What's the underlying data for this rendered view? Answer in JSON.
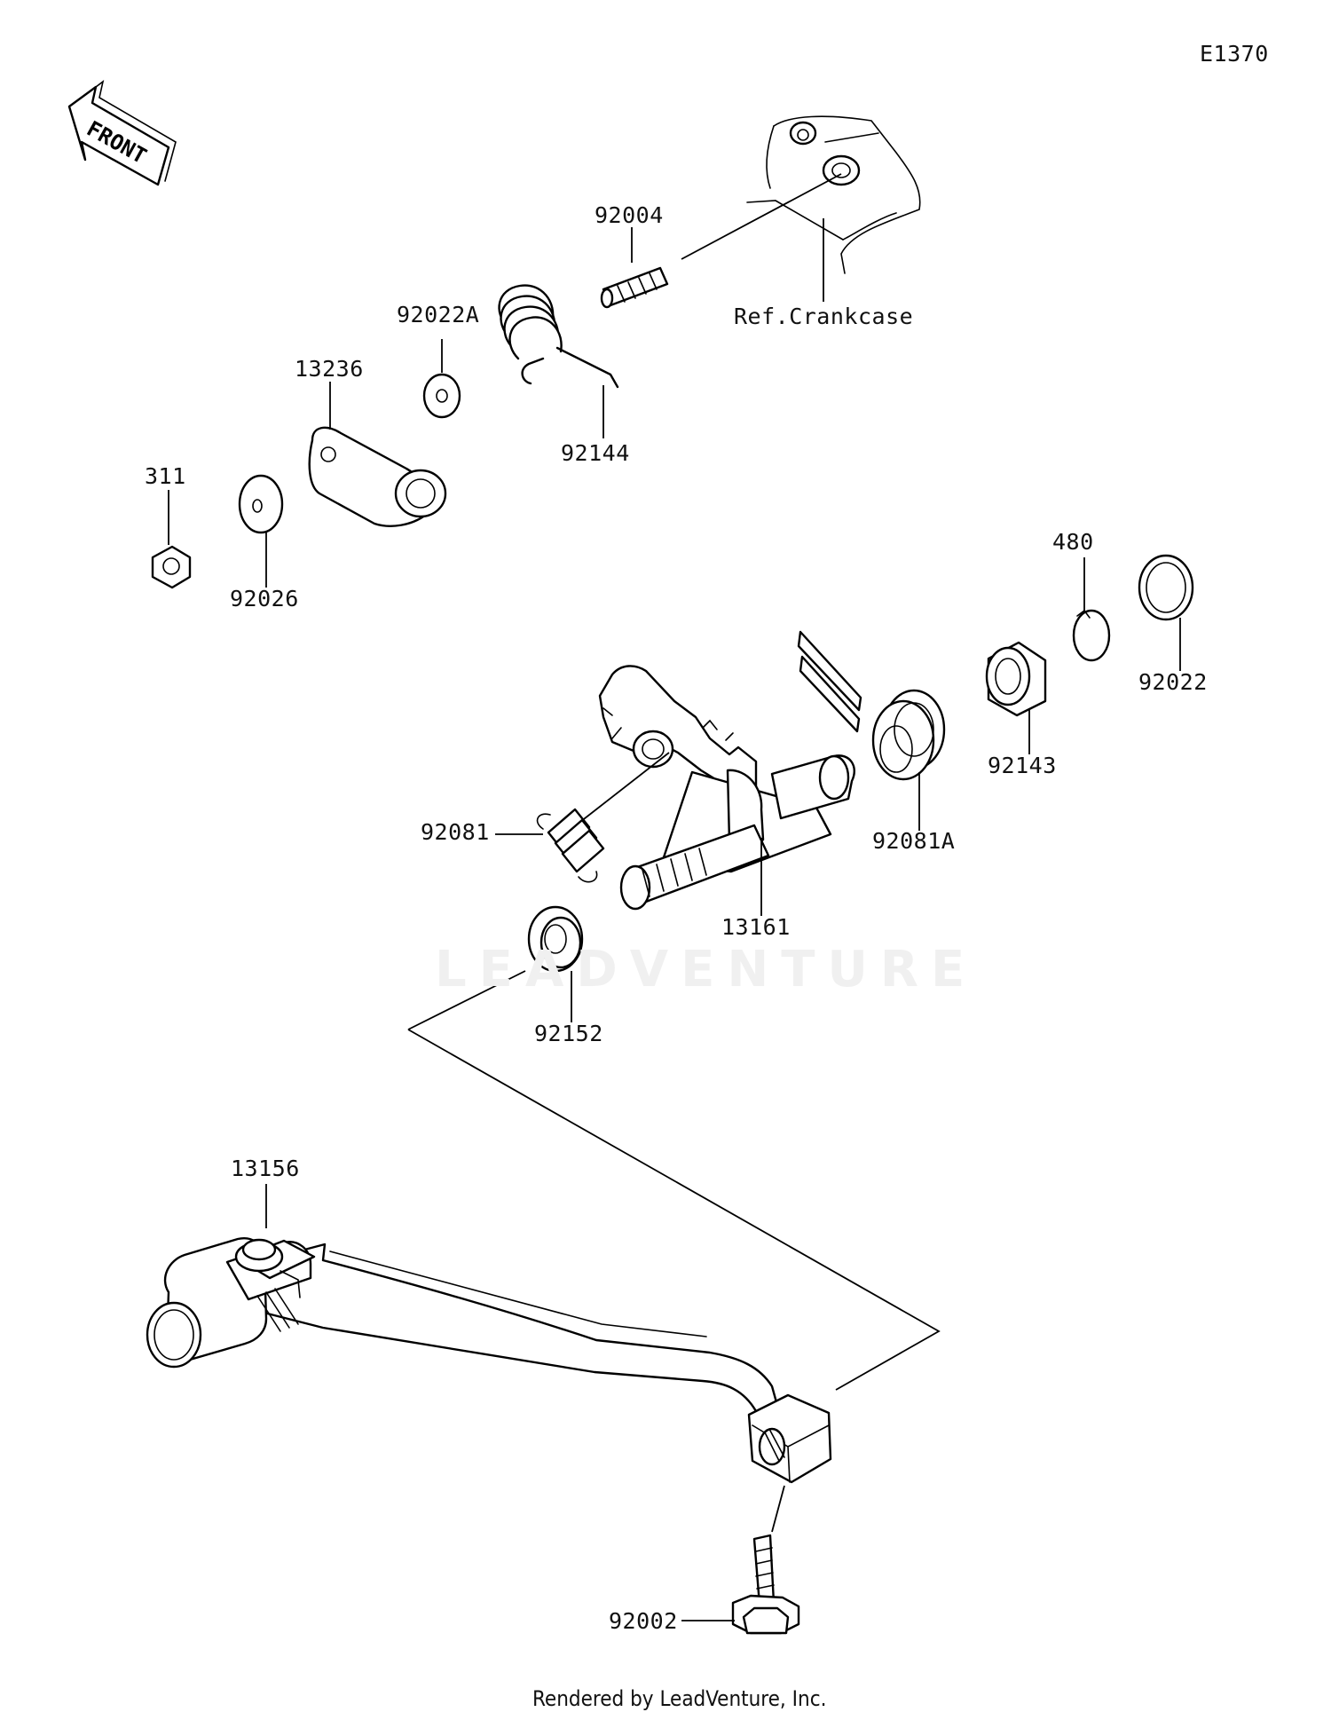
{
  "diagram_id": "E1370",
  "front_arrow_text": "FRONT",
  "reference_note": "Ref.Crankcase",
  "watermark": "LEADVENTURE",
  "footer": "Rendered by LeadVenture, Inc.",
  "parts": [
    {
      "id": "92004",
      "name": "92004"
    },
    {
      "id": "92022A",
      "name": "92022A"
    },
    {
      "id": "13236",
      "name": "13236"
    },
    {
      "id": "92144",
      "name": "92144"
    },
    {
      "id": "311",
      "name": "311"
    },
    {
      "id": "92026",
      "name": "92026"
    },
    {
      "id": "480",
      "name": "480"
    },
    {
      "id": "92022",
      "name": "92022"
    },
    {
      "id": "92143",
      "name": "92143"
    },
    {
      "id": "92081",
      "name": "92081"
    },
    {
      "id": "92081A",
      "name": "92081A"
    },
    {
      "id": "13161",
      "name": "13161"
    },
    {
      "id": "92152",
      "name": "92152"
    },
    {
      "id": "13156",
      "name": "13156"
    },
    {
      "id": "92002",
      "name": "92002"
    }
  ]
}
